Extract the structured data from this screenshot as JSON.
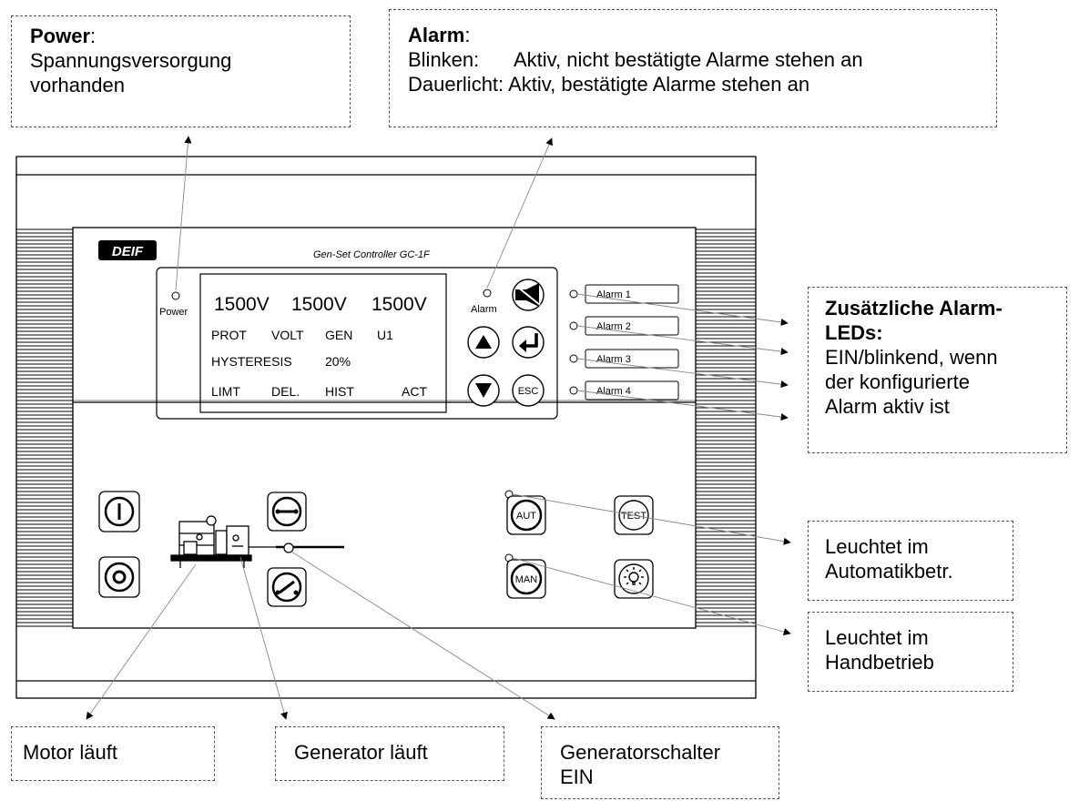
{
  "callouts": {
    "power": {
      "title": "Power",
      "colon": ":",
      "line1": "Spannungsversorgung",
      "line2": "vorhanden"
    },
    "alarm": {
      "title": "Alarm",
      "colon": ":",
      "line1_key": "Blinken:",
      "line1_val": "Aktiv, nicht bestätigte Alarme stehen an",
      "line2_key": "Dauerlicht:",
      "line2_val": "Aktiv, bestätigte Alarme stehen an"
    },
    "extra_alarm": {
      "title1": "Zusätzliche Alarm-",
      "title2": "LEDs:",
      "line1": "EIN/blinkend, wenn",
      "line2": "der konfigurierte",
      "line3": "Alarm aktiv ist"
    },
    "auto": {
      "line1": "Leuchtet im",
      "line2": "Automatikbetr."
    },
    "manual": {
      "line1": "Leuchtet im",
      "line2": "Handbetrieb"
    },
    "motor": {
      "text": "Motor läuft"
    },
    "generator": {
      "text": "Generator läuft"
    },
    "breaker": {
      "line1": "Generatorschalter",
      "line2": "EIN"
    }
  },
  "panel": {
    "brand": "DEIF",
    "model": "Gen-Set Controller GC-1F",
    "power_led_label": "Power",
    "alarm_led_label": "Alarm",
    "alarm_labels": [
      "Alarm 1",
      "Alarm 2",
      "Alarm 3",
      "Alarm 4"
    ],
    "display": {
      "row1": [
        "1500V",
        "1500V",
        "1500V"
      ],
      "row2": [
        "PROT",
        "VOLT",
        "GEN",
        "U1"
      ],
      "row3": [
        "HYSTERESIS",
        "20%"
      ],
      "row4": [
        "LIMT",
        "DEL.",
        "HIST",
        "ACT"
      ]
    },
    "buttons": {
      "esc": "ESC",
      "aut": "AUT",
      "test": "TEST",
      "man": "MAN"
    }
  }
}
